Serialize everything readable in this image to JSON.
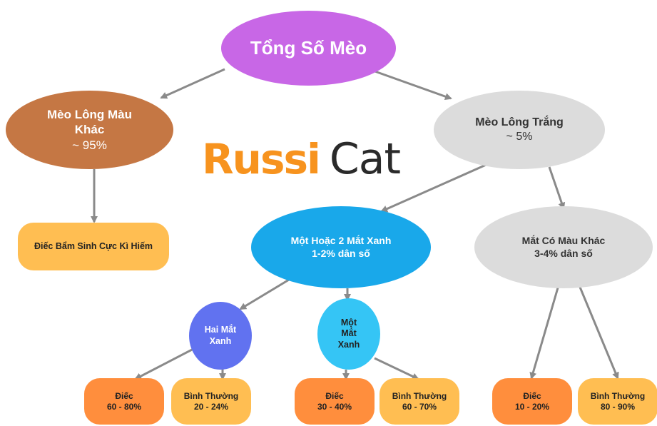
{
  "colors": {
    "root": "#c867e6",
    "other_fur": "#c57744",
    "white_fur": "#dcdcdc",
    "rare_deaf": "#ffbe52",
    "blue_eyes": "#19a8ea",
    "other_eyes": "#dcdcdc",
    "two_blue": "#6172f0",
    "one_blue": "#35c5f5",
    "deaf_leaf": "#ff8e3d",
    "normal_leaf": "#ffbe52",
    "arrow": "#8a8a8a",
    "logo_orange": "#f7931e",
    "logo_dark": "#2a2a2a"
  },
  "logo": {
    "part1": "Russi",
    "part2": "Cat"
  },
  "nodes": {
    "root": {
      "label": "Tổng Số Mèo"
    },
    "other_fur": {
      "line1": "Mèo Lông Màu",
      "line2": "Khác",
      "pct": "~ 95%"
    },
    "white_fur": {
      "line1": "Mèo Lông Trắng",
      "pct": "~ 5%"
    },
    "rare_deaf": {
      "label": "Điếc Bẩm Sinh Cực Kì Hiếm"
    },
    "blue_eyes": {
      "line1": "Một Hoặc 2 Mắt Xanh",
      "line2": "1-2% dân số"
    },
    "other_eyes": {
      "line1": "Mắt Có Màu Khác",
      "line2": "3-4% dân số"
    },
    "two_blue": {
      "line1": "Hai Mắt",
      "line2": "Xanh"
    },
    "one_blue": {
      "line1": "Một",
      "line2": "Mắt",
      "line3": "Xanh"
    }
  },
  "leaves": [
    {
      "label": "Điếc",
      "value": "60 - 80%"
    },
    {
      "label": "Bình Thường",
      "value": "20 - 24%"
    },
    {
      "label": "Điếc",
      "value": "30 - 40%"
    },
    {
      "label": "Bình Thường",
      "value": "60 - 70%"
    },
    {
      "label": "Điếc",
      "value": "10 - 20%"
    },
    {
      "label": "Bình Thường",
      "value": "80 - 90%"
    }
  ]
}
